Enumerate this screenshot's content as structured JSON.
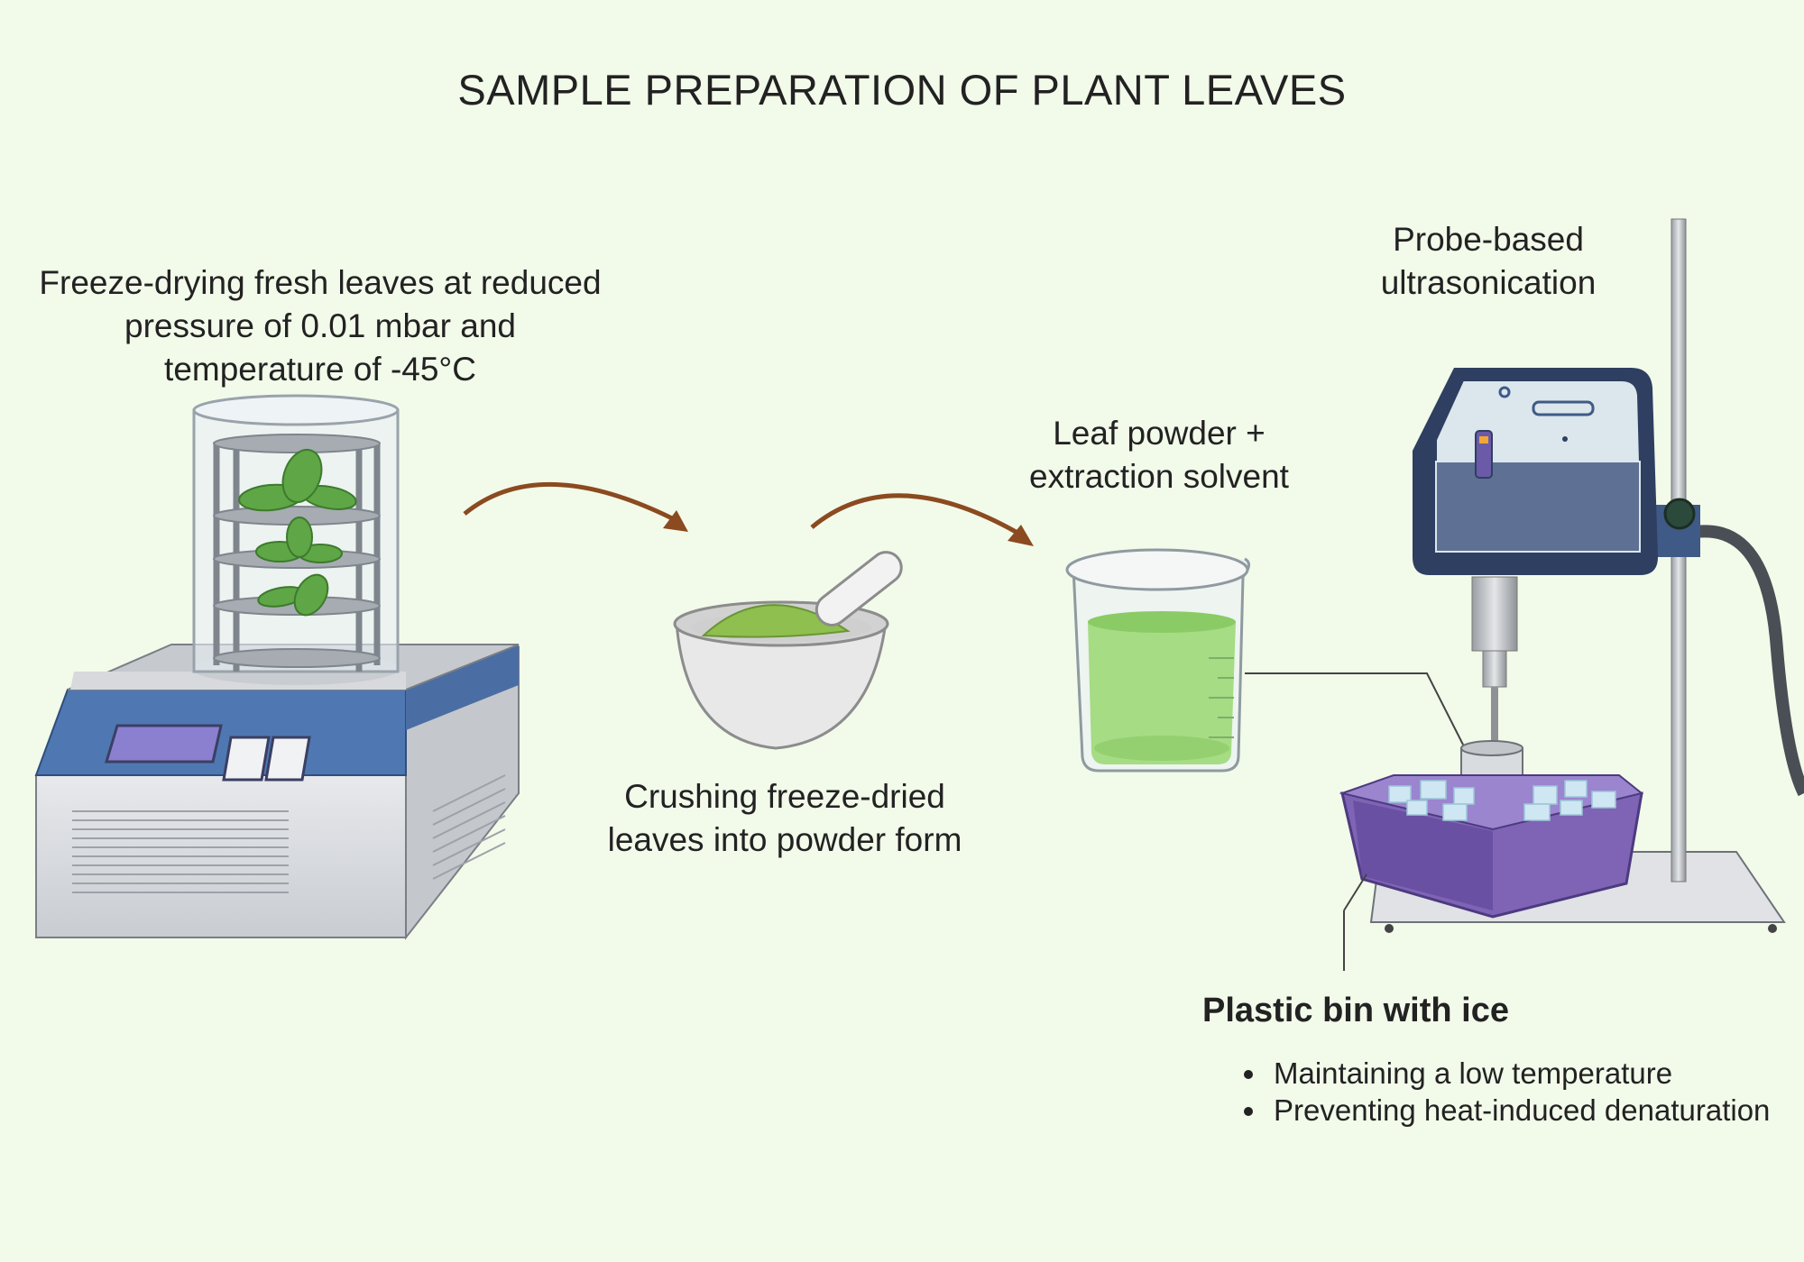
{
  "title": "SAMPLE PREPARATION OF PLANT LEAVES",
  "steps": {
    "freeze_drying": {
      "line1": "Freeze-drying fresh leaves at reduced",
      "line2": "pressure of 0.01 mbar and",
      "line3": "temperature of -45°C"
    },
    "crushing": {
      "line1": "Crushing freeze-dried",
      "line2": "leaves into powder form"
    },
    "leaf_powder": {
      "line1": "Leaf powder +",
      "line2": "extraction solvent"
    },
    "ultrasonication": {
      "line1": "Probe-based",
      "line2": "ultrasonication"
    },
    "plastic_bin": {
      "heading": "Plastic bin with ice",
      "bullets": [
        "Maintaining a low temperature",
        "Preventing heat-induced denaturation"
      ]
    }
  },
  "colors": {
    "background": "#f2faea",
    "arrow": "#8b4a1f",
    "liquid": "#a5dc84",
    "powder": "#8fbf4e",
    "bin": "#7f64b5",
    "panel": "#3f5a86"
  },
  "icons": [
    "freeze-dryer-icon",
    "mortar-pestle-icon",
    "beaker-icon",
    "ultrasonicator-icon",
    "ice-bin-icon",
    "curved-arrow-icon"
  ]
}
